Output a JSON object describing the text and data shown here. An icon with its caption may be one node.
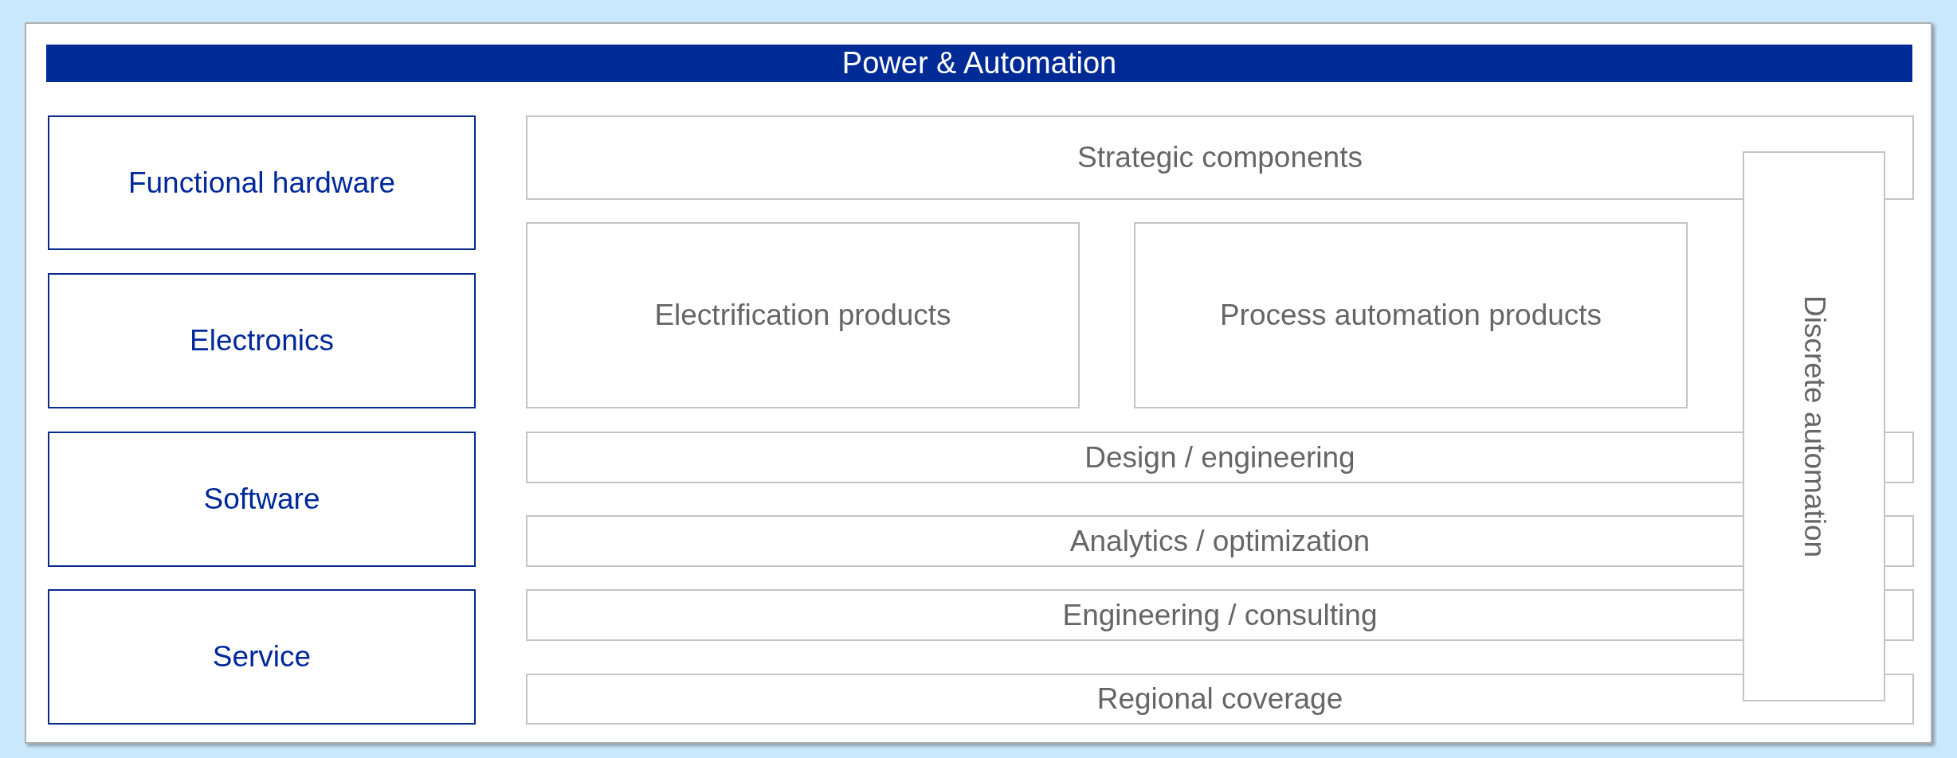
{
  "diagram": {
    "nodes": [
      {
        "text": [
          "Power & Automation"
        ]
      },
      {
        "text": [
          "Functional hardware"
        ],
        "in": 0
      },
      {
        "text": [
          "Electronics"
        ],
        "in": 0
      },
      {
        "text": [
          "Software"
        ],
        "in": 0
      },
      {
        "text": [
          "Service"
        ],
        "in": 0
      },
      {
        "text": [
          "Strategic components"
        ],
        "in": 0
      },
      {
        "text": [
          "Electrification products"
        ],
        "in": 0
      },
      {
        "text": [
          "Process automation products"
        ],
        "in": 0
      },
      {
        "text": [
          "Design / engineering"
        ],
        "in": 0
      },
      {
        "text": [
          "Analytics / optimization"
        ],
        "in": 0
      },
      {
        "text": [
          "Engineering / consulting"
        ],
        "in": 0
      },
      {
        "text": [
          "Regional coverage"
        ],
        "in": 0
      },
      {
        "text": [
          "Discrete automation"
        ],
        "in": 0
      }
    ]
  }
}
